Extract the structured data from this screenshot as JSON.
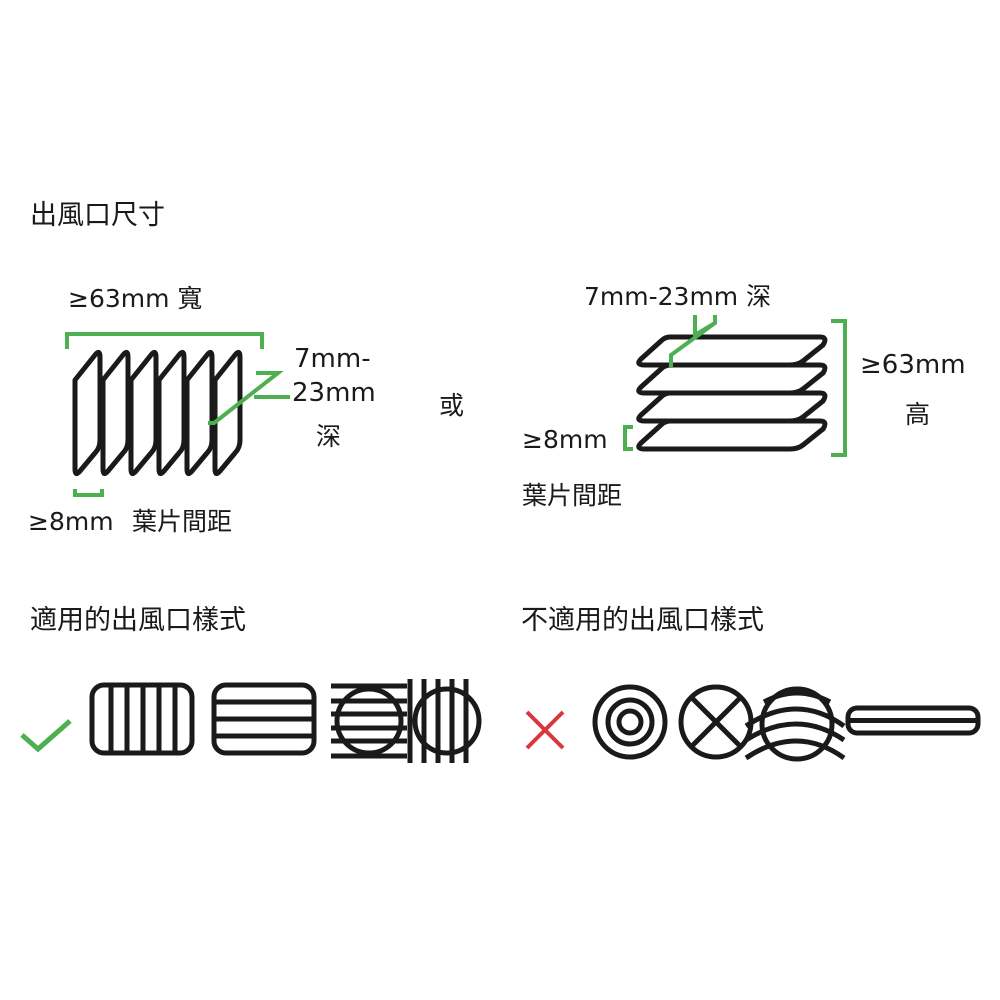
{
  "colors": {
    "ink": "#1a1a1a",
    "green": "#4caf50",
    "red": "#d9363e",
    "background": "#ffffff"
  },
  "size_section": {
    "title": "出風口尺寸",
    "vertical_example": {
      "width_label": "≥63mm 寬",
      "depth_label_line1": "7mm-",
      "depth_label_line2": "23mm",
      "depth_label_line3": "深",
      "spacing_label": "≥8mm",
      "spacing_caption": "葉片間距",
      "blade_count": 6
    },
    "separator": "或",
    "horizontal_example": {
      "depth_label": "7mm-23mm 深",
      "height_label_line1": "≥63mm",
      "height_label_line2": "高",
      "spacing_label": "≥8mm",
      "spacing_caption": "葉片間距",
      "blade_count": 4
    }
  },
  "suitable_section": {
    "title": "適用的出風口樣式",
    "mark_icon": "check-icon",
    "styles": [
      "rectangular-vertical-slats-icon",
      "rectangular-horizontal-slats-icon",
      "round-horizontal-slats-icon",
      "round-vertical-slats-icon"
    ]
  },
  "unsuitable_section": {
    "title": "不適用的出風口樣式",
    "mark_icon": "cross-icon",
    "styles": [
      "concentric-circles-icon",
      "round-x-cross-icon",
      "spherical-curved-slats-icon",
      "narrow-slot-icon"
    ]
  }
}
